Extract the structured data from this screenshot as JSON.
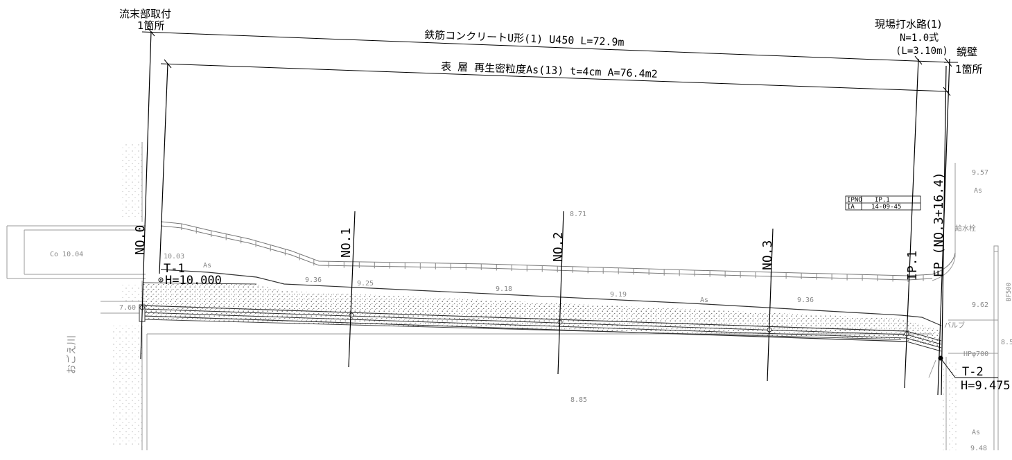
{
  "title_top_left": {
    "line1": "流末部取付",
    "line2": "1箇所"
  },
  "title_top_right": {
    "line1": "現場打水路(1)",
    "line2": "N=1.0式",
    "line3": "(L=3.10m)"
  },
  "title_right_edge": {
    "line1": "鏡壁",
    "line2": "1箇所"
  },
  "dim_labels": {
    "channel": "鉄筋コンクリートU形(1)  U450  L=72.9m",
    "surface": "表  層  再生密粒度As(13)  t=4cm  A=76.4m2"
  },
  "stations": [
    {
      "label": "NO.0"
    },
    {
      "label": "NO.1"
    },
    {
      "label": "NO.2"
    },
    {
      "label": "NO.3"
    },
    {
      "label": "IP.1"
    },
    {
      "label": "EP (NO.3+16.4)"
    }
  ],
  "points": {
    "t1_label": "T-1",
    "t1_h": "H=10.000",
    "t2_label": "T-2",
    "t2_h": "H=9.475"
  },
  "ip_table": {
    "row1_key": "IPNO",
    "row1_val": "IP.1",
    "row2_key": "IA",
    "row2_val": "14-09-45"
  },
  "spot_elevations": {
    "co": "Co 10.04",
    "e1003": "10.03",
    "as_left": "As",
    "e760": "7.60",
    "e936a": "9.36",
    "e925": "9.25",
    "e918": "9.18",
    "e919": "9.19",
    "as_mid": "As",
    "e936b": "9.36",
    "e871": "8.71",
    "e885": "8.85",
    "e957": "9.57",
    "as_right_top": "As",
    "e962": "9.62",
    "as_right_bot": "As",
    "e948": "9.48",
    "river": "おごえ川",
    "hydrant": "給水栓",
    "valve": "バルブ",
    "hp": "HPφ700",
    "bf": "BF500",
    "e85": "8.5"
  }
}
